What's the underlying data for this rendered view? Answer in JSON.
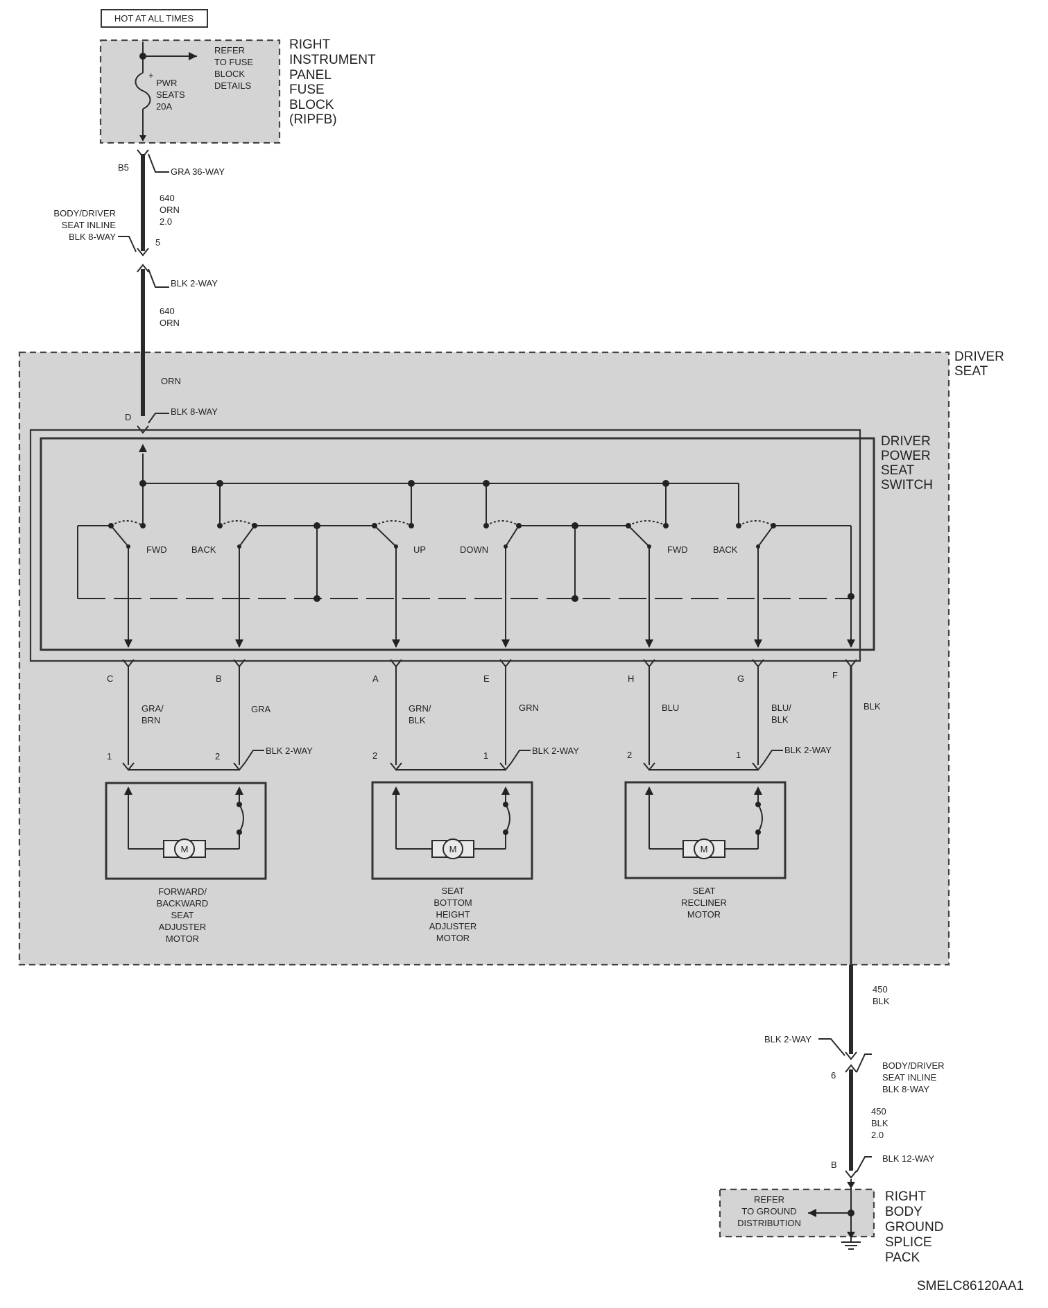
{
  "labels": {
    "hot_at_all_times": "HOT AT ALL TIMES",
    "fuse_refer": [
      "REFER",
      "TO FUSE",
      "BLOCK",
      "DETAILS"
    ],
    "fuse_name": [
      "PWR",
      "SEATS",
      "20A"
    ],
    "fuse_plus": "+",
    "ripfb": [
      "RIGHT",
      "INSTRUMENT",
      "PANEL",
      "FUSE",
      "BLOCK",
      "(RIPFB)"
    ],
    "b5": "B5",
    "gra_36way": "GRA 36-WAY",
    "wire_640_orn_20": [
      "640",
      "ORN",
      "2.0"
    ],
    "inline_top": [
      "BODY/DRIVER",
      "SEAT INLINE",
      "BLK 8-WAY"
    ],
    "pin_5": "5",
    "blk_2way_top": "BLK 2-WAY",
    "wire_640_orn": [
      "640",
      "ORN"
    ],
    "driver_seat": [
      "DRIVER",
      "SEAT"
    ],
    "orn": "ORN",
    "pin_d": "D",
    "blk_8way": "BLK 8-WAY",
    "switch_name": [
      "DRIVER",
      "POWER",
      "SEAT",
      "SWITCH"
    ],
    "fwd1": "FWD",
    "back1": "BACK",
    "up": "UP",
    "down": "DOWN",
    "fwd2": "FWD",
    "back2": "BACK",
    "pin_c": "C",
    "pin_b": "B",
    "pin_a": "A",
    "pin_e": "E",
    "pin_h": "H",
    "pin_g": "G",
    "pin_f": "F",
    "w_gra_brn": [
      "GRA/",
      "BRN"
    ],
    "w_gra": "GRA",
    "w_grn_blk": [
      "GRN/",
      "BLK"
    ],
    "w_grn": "GRN",
    "w_blu": "BLU",
    "w_blu_blk": [
      "BLU/",
      "BLK"
    ],
    "w_blk": "BLK",
    "m1_pin1": "1",
    "m1_pin2": "2",
    "m2_pin2": "2",
    "m2_pin1": "1",
    "m3_pin2": "2",
    "m3_pin1": "1",
    "blk_2way_m1": "BLK 2-WAY",
    "blk_2way_m2": "BLK 2-WAY",
    "blk_2way_m3": "BLK 2-WAY",
    "motor_symbol": "M",
    "motor1": [
      "FORWARD/",
      "BACKWARD",
      "SEAT",
      "ADJUSTER",
      "MOTOR"
    ],
    "motor2": [
      "SEAT",
      "BOTTOM",
      "HEIGHT",
      "ADJUSTER",
      "MOTOR"
    ],
    "motor3": [
      "SEAT",
      "RECLINER",
      "MOTOR"
    ],
    "wire_450_blk": [
      "450",
      "BLK"
    ],
    "blk_2way_bottom": "BLK 2-WAY",
    "pin_6": "6",
    "inline_bottom": [
      "BODY/DRIVER",
      "SEAT INLINE",
      "BLK 8-WAY"
    ],
    "wire_450_blk_20": [
      "450",
      "BLK",
      "2.0"
    ],
    "pin_b_bottom": "B",
    "blk_12way": "BLK 12-WAY",
    "ground_refer": [
      "REFER",
      "TO GROUND",
      "DISTRIBUTION"
    ],
    "ground_name": [
      "RIGHT",
      "BODY",
      "GROUND",
      "SPLICE",
      "PACK"
    ],
    "code": "SMELC86120AA1"
  }
}
